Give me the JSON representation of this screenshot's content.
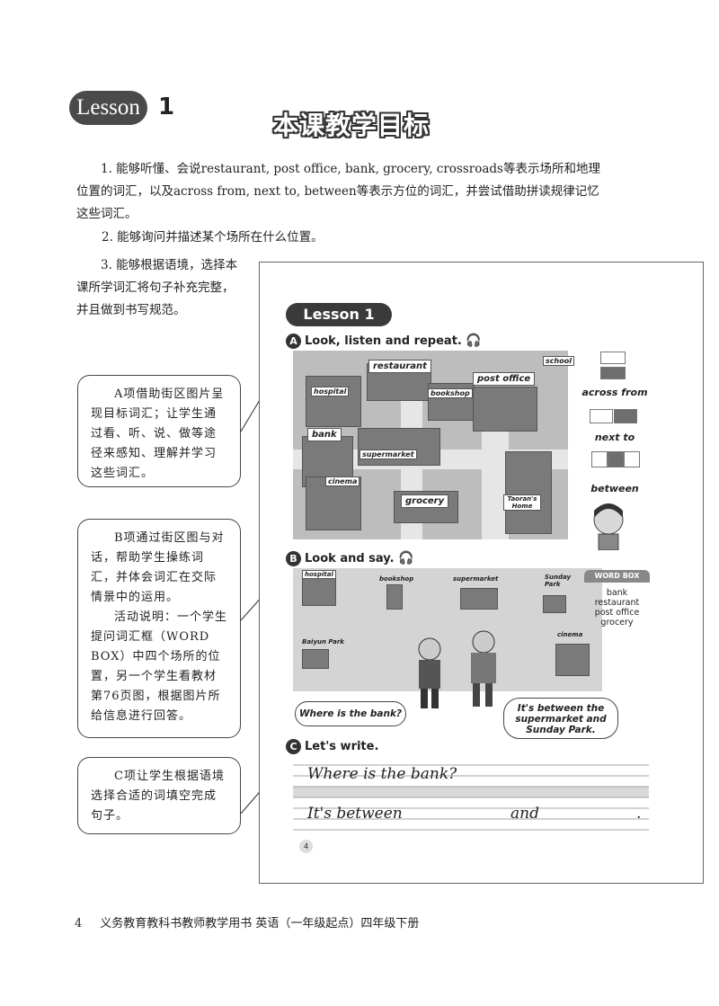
{
  "header": {
    "lesson_label": "Lesson",
    "lesson_number": "1",
    "objectives_title": "本课教学目标"
  },
  "objectives": [
    "1. 能够听懂、会说restaurant, post office, bank, grocery, crossroads等表示场所和地理位置的词汇，以及across from, next to, between等表示方位的词汇，并尝试借助拼读规律记忆这些词汇。",
    "2. 能够询问并描述某个场所在什么位置。",
    "3. 能够根据语境，选择本课所学词汇将句子补充完整，并且做到书写规范。"
  ],
  "notes": {
    "a": "A项借助街区图片呈现目标词汇；让学生通过看、听、说、做等途径来感知、理解并学习这些词汇。",
    "b1": "B项通过街区图与对话，帮助学生操练词汇，并体会词汇在交际情景中的运用。",
    "b2": "活动说明：一个学生提问词汇框（WORD BOX）中四个场所的位置，另一个学生看教材第76页图，根据图片所给信息进行回答。",
    "c": "C项让学生根据语境选择合适的词填空完成句子。"
  },
  "textbook": {
    "lesson_pill": "Lesson 1",
    "section_a": {
      "badge": "A",
      "title": "Look, listen and repeat."
    },
    "map_signs": {
      "restaurant": "restaurant",
      "post_office": "post office",
      "school": "school",
      "hospital": "hospital",
      "bookshop": "bookshop",
      "bank": "bank",
      "supermarket": "supermarket",
      "cinema": "cinema",
      "grocery": "grocery",
      "taoran": "Taoran's Home"
    },
    "keywords": [
      "across from",
      "next to",
      "between"
    ],
    "section_b": {
      "badge": "B",
      "title": "Look and say."
    },
    "strip_signs": {
      "hospital": "hospital",
      "bookshop": "bookshop",
      "supermarket": "supermarket",
      "sunday_park": "Sunday Park",
      "baiyun_park": "Baiyun Park",
      "cinema": "cinema"
    },
    "word_box": {
      "title": "WORD BOX",
      "items": [
        "bank",
        "restaurant",
        "post office",
        "grocery"
      ]
    },
    "bubble_question": "Where is the bank?",
    "bubble_answer": "It's between the supermarket and Sunday Park.",
    "section_c": {
      "badge": "C",
      "title": "Let's write."
    },
    "write_line1": "Where is the bank?",
    "write_line2_a": "It's between",
    "write_line2_b": "and",
    "write_line2_c": ".",
    "page_number": "4"
  },
  "footer": {
    "page_number": "4",
    "book_title": "义务教育教科书教师教学用书 英语（一年级起点）四年级下册"
  }
}
